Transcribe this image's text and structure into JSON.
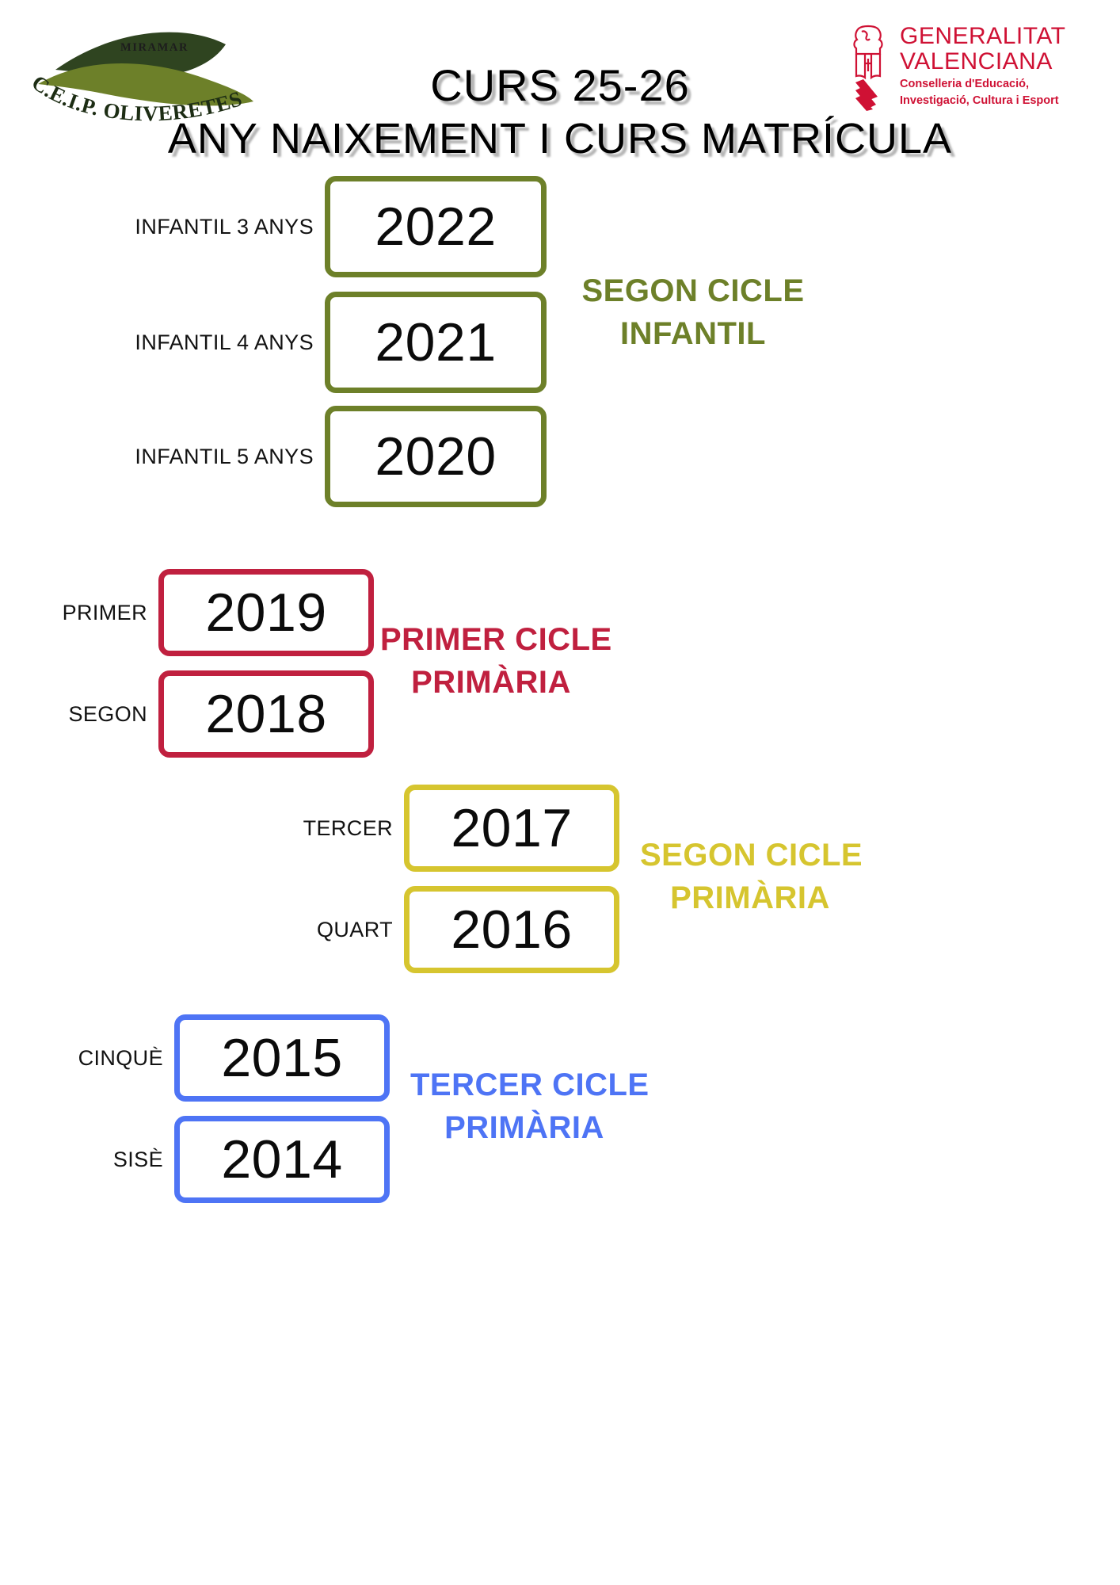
{
  "header": {
    "school_logo": {
      "top_text": "MIRAMAR",
      "arc_text": "C.E.I.P. OLIVERETES",
      "colors": {
        "dark_green": "#2f4420",
        "mid_green": "#6d8029"
      }
    },
    "gv_logo": {
      "line1": "GENERALITAT",
      "line2": "VALENCIANA",
      "sub_line1": "Conselleria d'Educació,",
      "sub_line2": "Investigació, Cultura i Esport",
      "color": "#cf1134"
    },
    "title_line_1": "CURS 25-26",
    "title_line_2": "ANY NAIXEMENT I CURS MATRÍCULA"
  },
  "groups": [
    {
      "id": "infantil",
      "color": "#6d8029",
      "cycle_label_line1": "SEGON CICLE",
      "cycle_label_line2": "INFANTIL",
      "rows": [
        {
          "label": "INFANTIL 3 ANYS",
          "year": "2022"
        },
        {
          "label": "INFANTIL 4 ANYS",
          "year": "2021"
        },
        {
          "label": "INFANTIL 5 ANYS",
          "year": "2020"
        }
      ]
    },
    {
      "id": "primer",
      "color": "#c0203f",
      "cycle_label_line1": "PRIMER CICLE",
      "cycle_label_line2": "PRIMÀRIA",
      "rows": [
        {
          "label": "PRIMER",
          "year": "2019"
        },
        {
          "label": "SEGON",
          "year": "2018"
        }
      ]
    },
    {
      "id": "segon-primaria",
      "color": "#d6c52f",
      "cycle_label_line1": "SEGON CICLE",
      "cycle_label_line2": "PRIMÀRIA",
      "rows": [
        {
          "label": "TERCER",
          "year": "2017"
        },
        {
          "label": "QUART",
          "year": "2016"
        }
      ]
    },
    {
      "id": "tercer-primaria",
      "color": "#4e74f5",
      "cycle_label_line1": "TERCER CICLE",
      "cycle_label_line2": "PRIMÀRIA",
      "rows": [
        {
          "label": "CINQUÈ",
          "year": "2015"
        },
        {
          "label": "SISÈ",
          "year": "2014"
        }
      ]
    }
  ]
}
